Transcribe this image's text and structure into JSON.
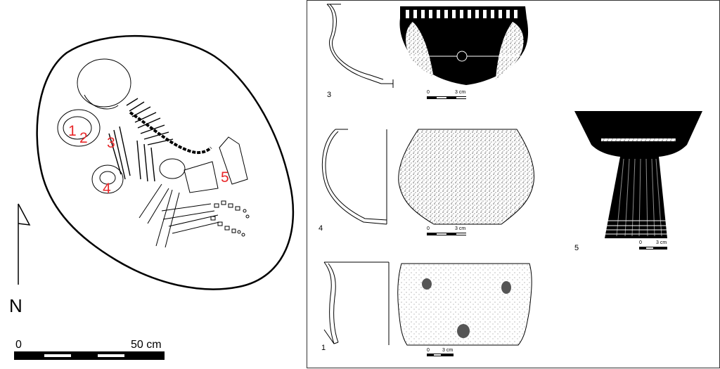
{
  "burial_plan": {
    "north_label": "N",
    "scale": {
      "start": "0",
      "end": "50 cm"
    },
    "find_labels": [
      "1",
      "2",
      "3",
      "4",
      "5"
    ]
  },
  "vessels": [
    {
      "number": "3",
      "scale": {
        "start": "0",
        "end": "3 cm"
      }
    },
    {
      "number": "4",
      "scale": {
        "start": "0",
        "end": "3 cm"
      }
    },
    {
      "number": "1",
      "scale": {
        "start": "0",
        "end": "3 cm"
      }
    },
    {
      "number": "5",
      "scale": {
        "start": "0",
        "end": "3 cm"
      }
    }
  ],
  "colors": {
    "labels": "#e8282a",
    "ink": "#000000"
  }
}
